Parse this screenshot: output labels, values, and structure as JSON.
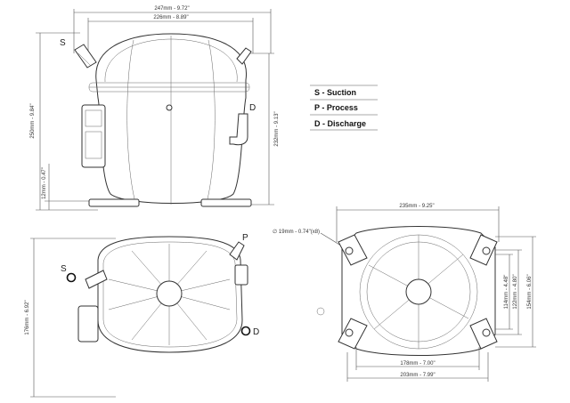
{
  "side_view": {
    "width_outer": "247mm - 9.72\"",
    "width_inner": "226mm - 8.89\"",
    "height_total": "250mm - 9.84\"",
    "height_right": "232mm - 9.13\"",
    "base_height": "12mm - 0.47\"",
    "label_s": "S",
    "label_d": "D"
  },
  "top_view": {
    "depth": "176mm - 6.92\"",
    "label_s": "S",
    "label_p": "P",
    "label_d": "D"
  },
  "base_view": {
    "width_outer": "235mm - 9.25\"",
    "hole": "∅ 19mm - 0.74\"(x8)",
    "width_mid": "178mm - 7.00\"",
    "width_low": "203mm - 7.99\"",
    "h1": "114mm - 4.48\"",
    "h2": "122mm - 4.80\"",
    "h3": "154mm - 6.06\""
  },
  "legend": [
    {
      "text": "S - Suction"
    },
    {
      "text": "P - Process"
    },
    {
      "text": "D - Discharge"
    }
  ]
}
